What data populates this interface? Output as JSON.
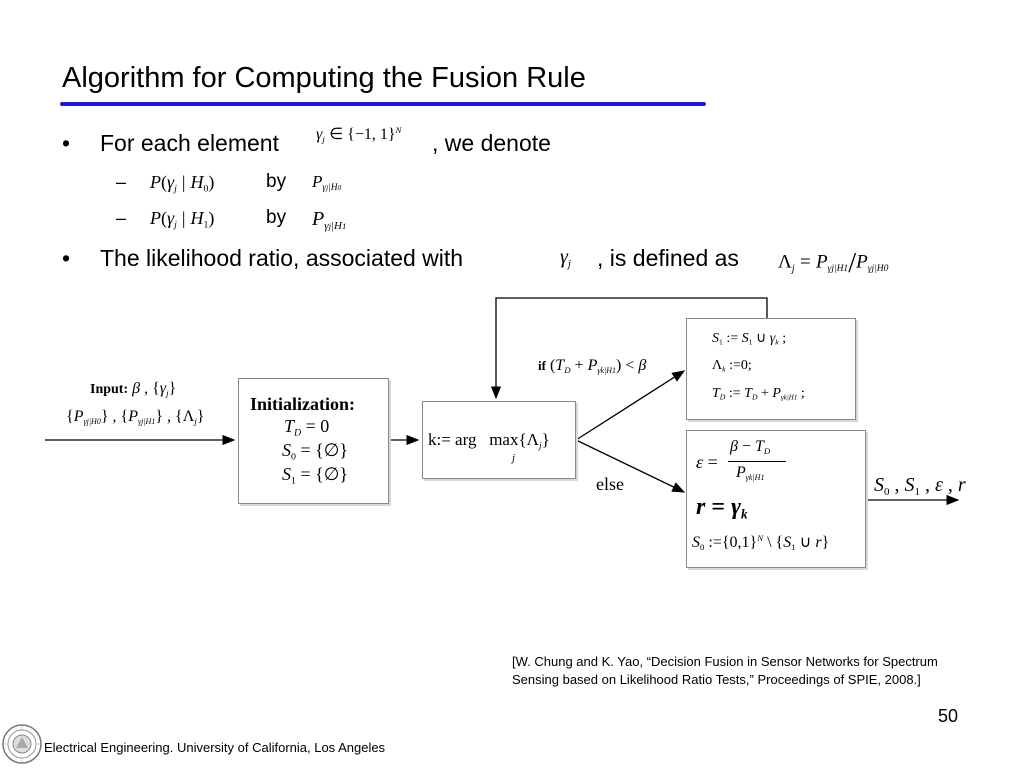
{
  "slide": {
    "title": "Algorithm for Computing the Fusion Rule",
    "page_number": "50"
  },
  "bullets": {
    "b1_prefix": "For each element",
    "b1_suffix": ", we denote",
    "dash": "–",
    "dot": "•",
    "by1": "by",
    "by2": "by",
    "b2_prefix": "The likelihood ratio, associated with",
    "b2_mid": ", is defined as"
  },
  "diagram": {
    "input_label": "Input:",
    "init_title": "Initialization:",
    "else_label": "else",
    "if_label": "if"
  },
  "citation": {
    "line1": "[W. Chung and K. Yao, “Decision Fusion in Sensor Networks for Spectrum",
    "line2": "Sensing based on Likelihood Ratio Tests,” Proceedings of SPIE, 2008.]"
  },
  "footer": {
    "text": "Electrical Engineering. University of California, Los Angeles",
    "logo": "university-seal-icon"
  },
  "colors": {
    "title_rule": "#1a1ad8"
  }
}
